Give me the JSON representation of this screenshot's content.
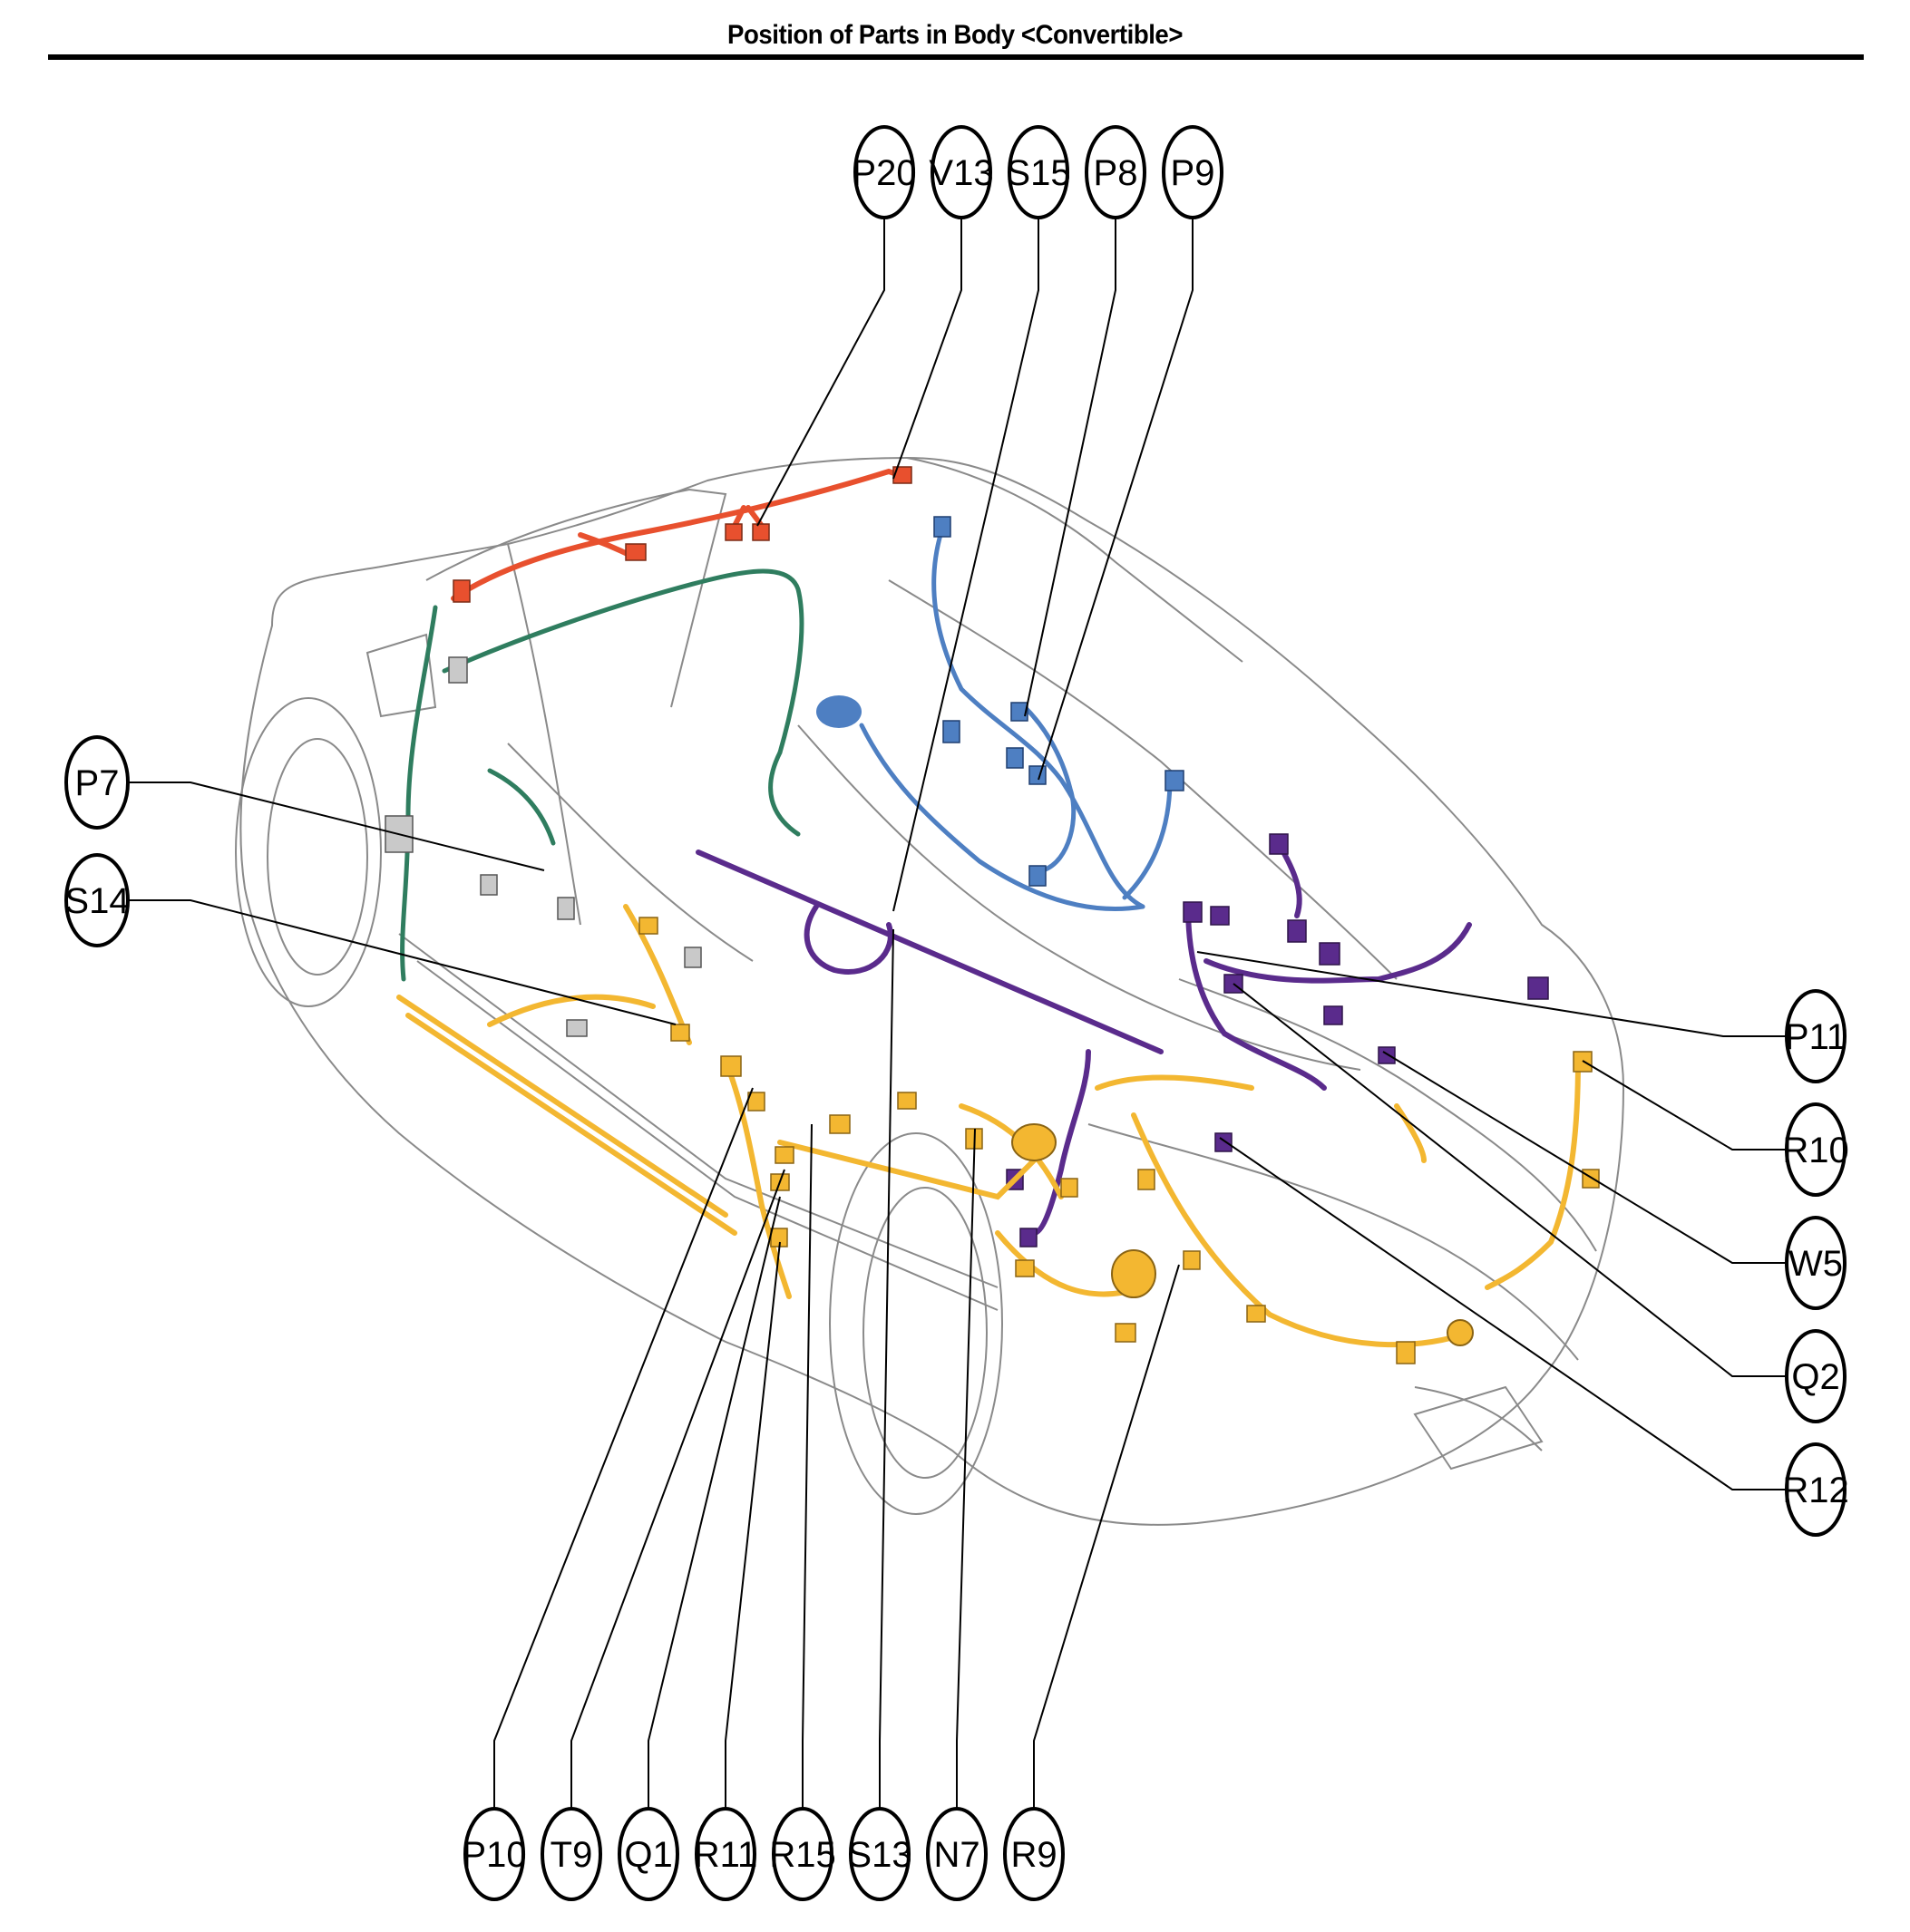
{
  "title": "Position of Parts in Body <Convertible>",
  "colors": {
    "roof_harness": "#e8502e",
    "instrument_harness": "#2f7d5f",
    "floor_harness_blue": "#4e7fc2",
    "rear_harness_purple": "#5a2b8c",
    "floor_harness_yellow": "#f3b731",
    "connector_gray": "#c9c9c9",
    "body_outline": "#7a7a7a"
  },
  "callouts": [
    {
      "id": "P20",
      "label": "P20"
    },
    {
      "id": "V13",
      "label": "V13"
    },
    {
      "id": "S15",
      "label": "S15"
    },
    {
      "id": "P8",
      "label": "P8"
    },
    {
      "id": "P9",
      "label": "P9"
    },
    {
      "id": "P7",
      "label": "P7"
    },
    {
      "id": "S14",
      "label": "S14"
    },
    {
      "id": "P11",
      "label": "P11"
    },
    {
      "id": "R10",
      "label": "R10"
    },
    {
      "id": "W5",
      "label": "W5"
    },
    {
      "id": "Q2",
      "label": "Q2"
    },
    {
      "id": "R12",
      "label": "R12"
    },
    {
      "id": "P10",
      "label": "P10"
    },
    {
      "id": "T9",
      "label": "T9"
    },
    {
      "id": "Q1",
      "label": "Q1"
    },
    {
      "id": "R11",
      "label": "R11"
    },
    {
      "id": "R15",
      "label": "R15"
    },
    {
      "id": "S13",
      "label": "S13"
    },
    {
      "id": "N7",
      "label": "N7"
    },
    {
      "id": "R9",
      "label": "R9"
    }
  ]
}
